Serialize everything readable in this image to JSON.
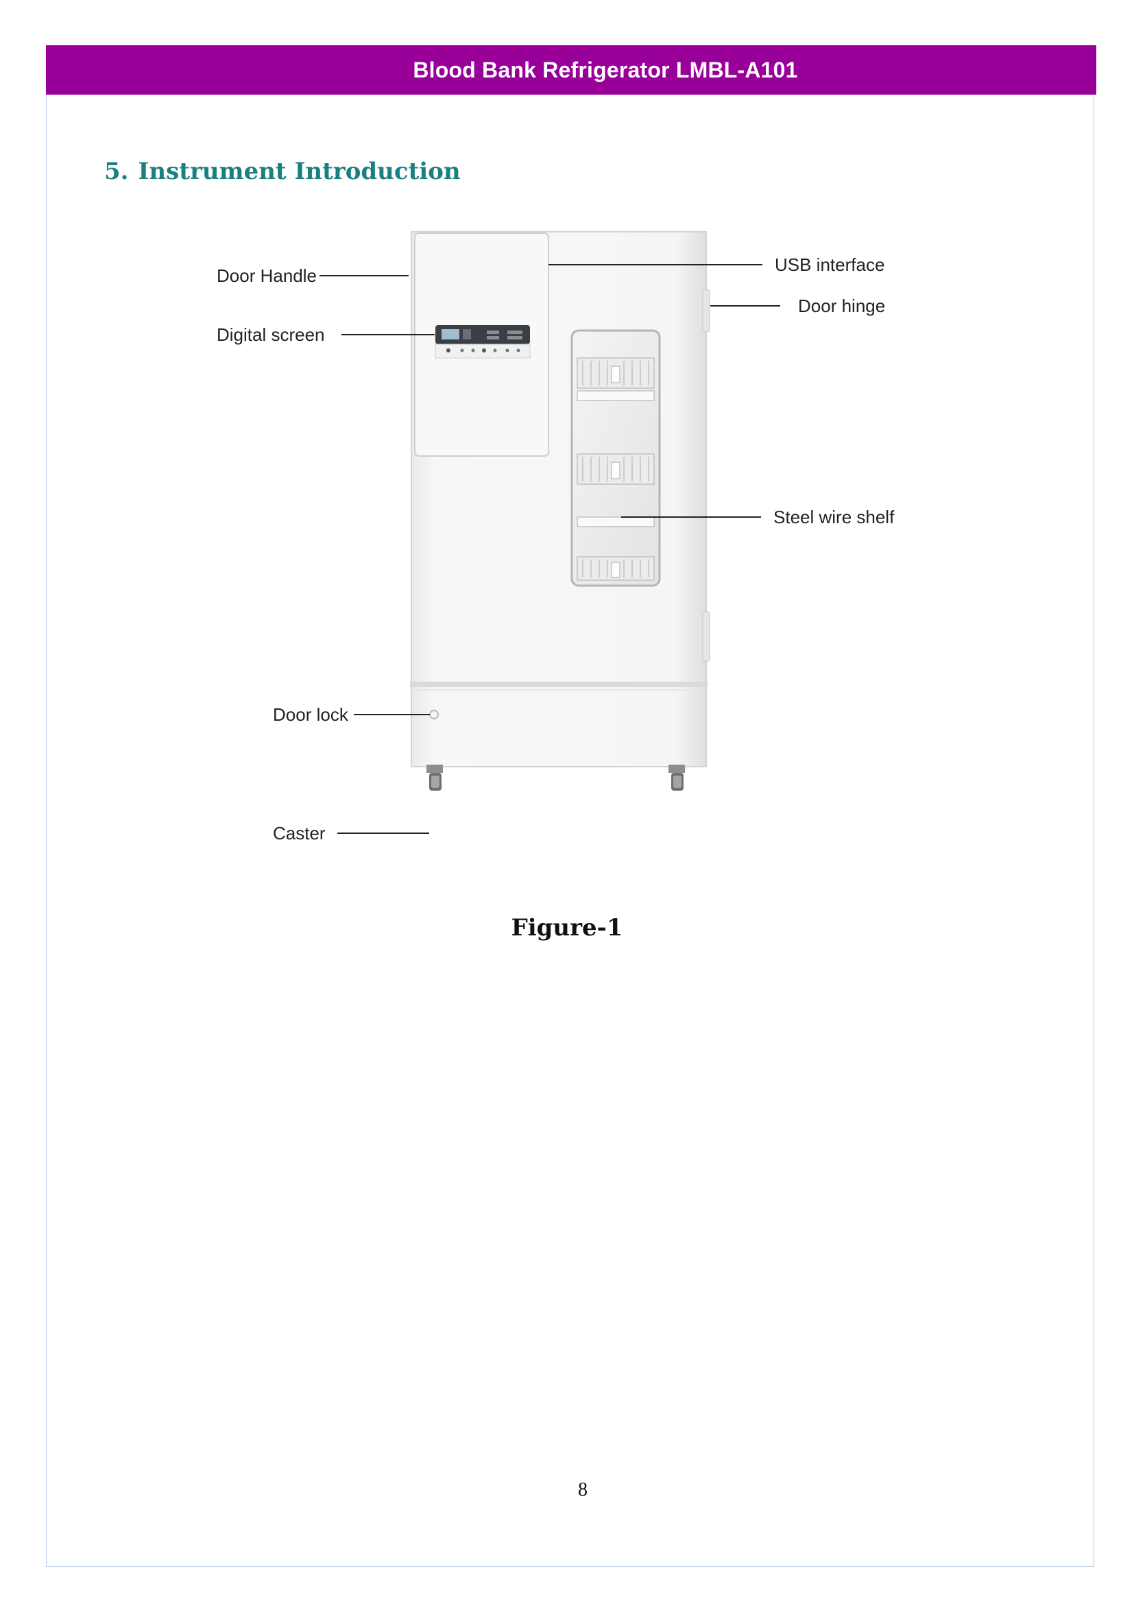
{
  "header": {
    "title": "Blood Bank Refrigerator LMBL-A101"
  },
  "section": {
    "number": "5.",
    "title": "Instrument Introduction"
  },
  "figure": {
    "callouts": {
      "door_handle": "Door Handle",
      "digital_screen": "Digital screen",
      "door_lock": "Door lock",
      "caster": "Caster",
      "usb_interface": "USB interface",
      "door_hinge": "Door hinge",
      "steel_wire_shelf": "Steel wire shelf"
    },
    "caption": "Figure-1"
  },
  "footer": {
    "page_number": "8"
  },
  "colors": {
    "header_bg": "#990099",
    "heading": "#1a7f7f",
    "frame": "#b9cde3"
  }
}
